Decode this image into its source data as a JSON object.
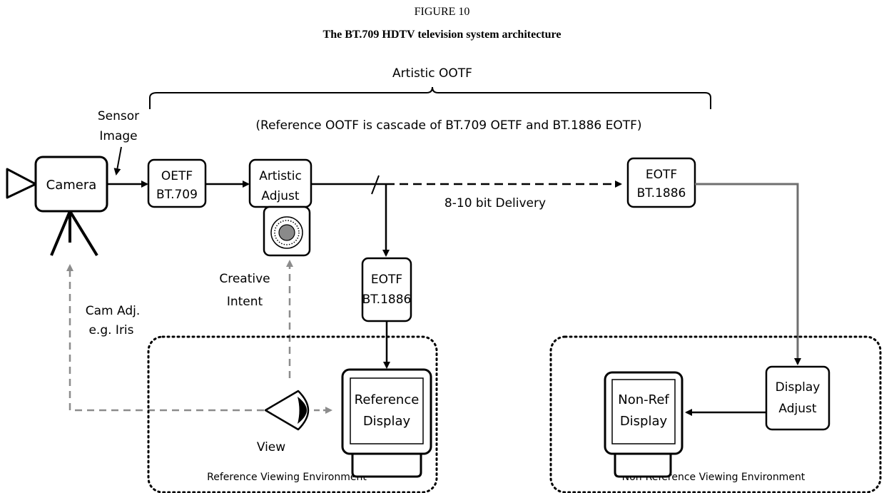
{
  "figure": {
    "label": "FIGURE 10",
    "title": "The BT.709 HDTV television system architecture"
  },
  "labels": {
    "artistic_ootf": "Artistic OOTF",
    "reference_note": "(Reference OOTF is cascade of BT.709 OETF and BT.1886 EOTF)",
    "sensor_line1": "Sensor",
    "sensor_line2": "Image",
    "camera": "Camera",
    "oetf_line1": "OETF",
    "oetf_line2": "BT.709",
    "artistic_line1": "Artistic",
    "artistic_line2": "Adjust",
    "delivery": "8-10 bit Delivery",
    "eotf_line1": "EOTF",
    "eotf_line2": "BT.1886",
    "creative_line1": "Creative",
    "creative_line2": "Intent",
    "camadj_line1": "Cam Adj.",
    "camadj_line2": "e.g. Iris",
    "view": "View",
    "ref_display_line1": "Reference",
    "ref_display_line2": "Display",
    "ref_env": "Reference Viewing Environment",
    "nonref_display_line1": "Non-Ref",
    "nonref_display_line2": "Display",
    "display_adjust_line1": "Display",
    "display_adjust_line2": "Adjust",
    "nonref_env": "Non-Reference Viewing Environment"
  },
  "colors": {
    "line": "#000000",
    "feedback": "#8c8c8c",
    "eotf_right_shadow": "#6f6f6f",
    "knob_fill": "#8a8a8a"
  }
}
